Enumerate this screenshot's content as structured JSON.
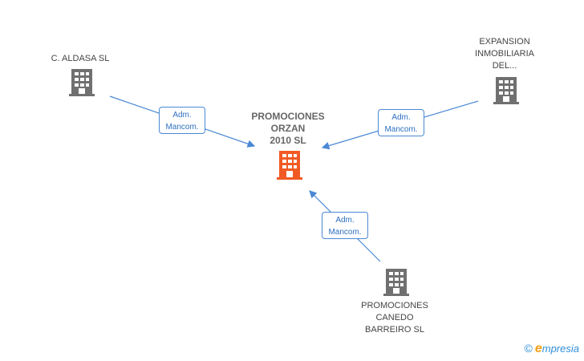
{
  "diagram": {
    "center": {
      "label": "PROMOCIONES\nORZAN\n2010 SL",
      "icon": "building-icon",
      "color": "#f15a24"
    },
    "nodes": [
      {
        "id": "aldasa",
        "label": "C.  ALDASA SL",
        "icon": "building-icon",
        "color": "#707070"
      },
      {
        "id": "expansion",
        "label": "EXPANSION\nINMOBILIARIA\nDEL...",
        "icon": "building-icon",
        "color": "#707070"
      },
      {
        "id": "canedo",
        "label": "PROMOCIONES\nCANEDO\nBARREIRO SL",
        "icon": "building-icon",
        "color": "#707070"
      }
    ],
    "edges": [
      {
        "from": "aldasa",
        "label": "Adm.\nMancom."
      },
      {
        "from": "expansion",
        "label": "Adm.\nMancom."
      },
      {
        "from": "canedo",
        "label": "Adm.\nMancom."
      }
    ],
    "edge_color": "#4a88d4"
  },
  "footer": {
    "copyright_symbol": "©",
    "brand_initial": "e",
    "brand_rest": "mpresia"
  }
}
